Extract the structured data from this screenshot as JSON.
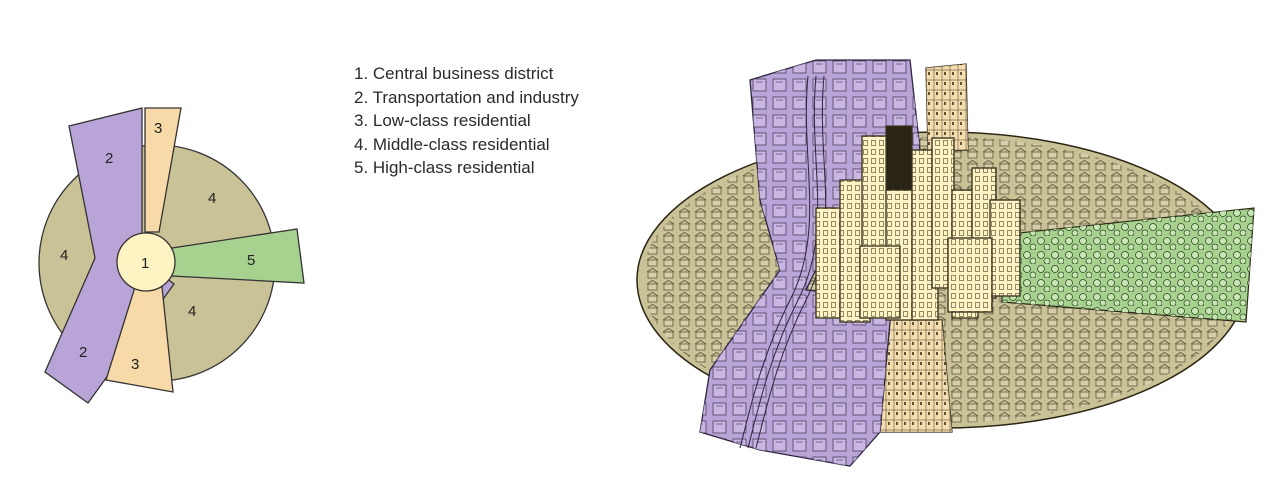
{
  "zone_colors": {
    "central_business_district": "#fdf3c3",
    "transportation_industry": "#b8a4d6",
    "low_class_residential": "#f8d9a8",
    "middle_class_residential": "#c9c296",
    "high_class_residential": "#a6d18f"
  },
  "diagram": {
    "labels": {
      "cbd": "1",
      "transport_top": "2",
      "transport_bottom": "2",
      "low_top": "3",
      "low_bottom": "3",
      "middle_left": "4",
      "middle_upper": "4",
      "middle_lower": "4",
      "high": "5"
    }
  },
  "legend": {
    "items": [
      "1. Central business district",
      "2. Transportation and industry",
      "3. Low-class residential",
      "4. Middle-class residential",
      "5. High-class residential"
    ]
  }
}
